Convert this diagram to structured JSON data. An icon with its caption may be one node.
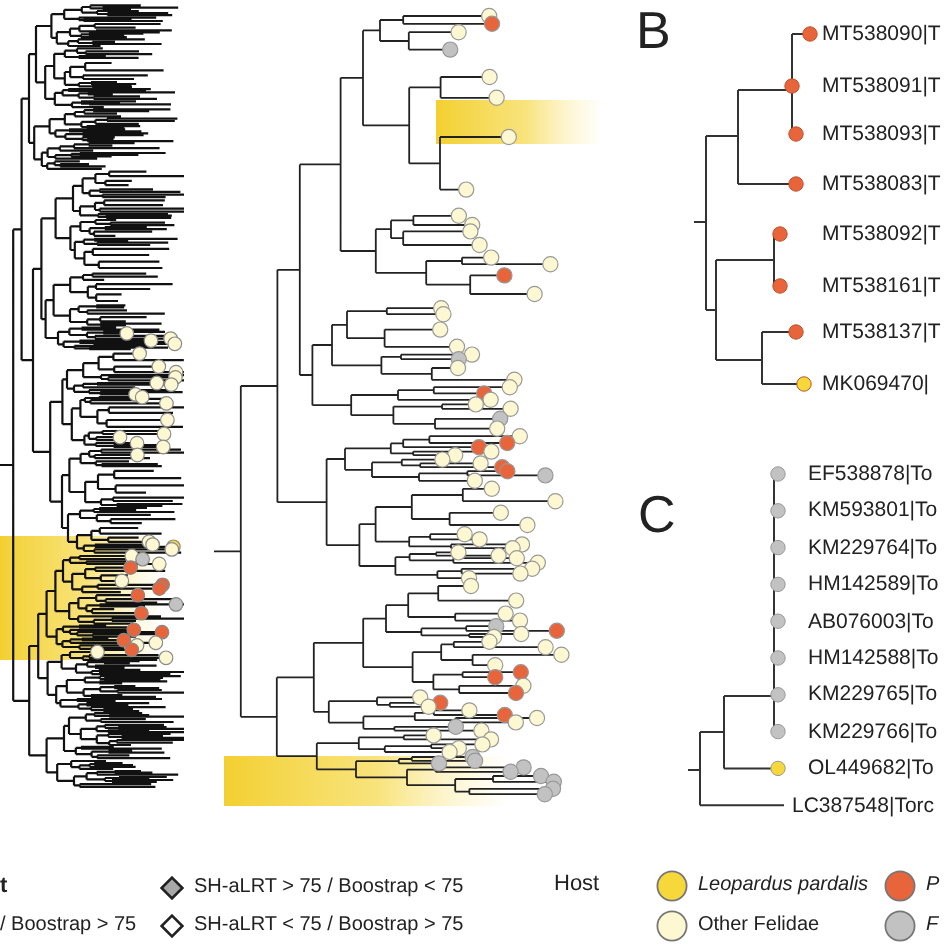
{
  "diagram": {
    "labels": [
      "B",
      "MT538090|T",
      "MT538091|T",
      "MT538093|T",
      "MT538083|T",
      "MT538092|T",
      "MT538161|T",
      "MT538137|T",
      "MK069470|",
      "C",
      "EF538878|To",
      "KM593801|To",
      "KM229764|To",
      "HM142589|To",
      "AB076003|To",
      "HM142588|To",
      "KM229765|To",
      "KM229766|To",
      "OL449682|To",
      "LC387548|Torc",
      "t",
      "Host"
    ],
    "legend": [
      {
        "text": "/ Boostrap > 75"
      },
      {
        "text": "SH-aLRT > 75 / Boostrap < 75"
      },
      {
        "text": "SH-aLRT < 75 / Boostrap > 75"
      },
      {
        "text": "Leopardus pardalis",
        "color": "#f6d83a"
      },
      {
        "text": "Other Felidae",
        "color": "#fdf8d2"
      },
      {
        "text": "P",
        "color": "#e8643a"
      },
      {
        "text": "F",
        "color": "#c2c2c2"
      }
    ]
  }
}
